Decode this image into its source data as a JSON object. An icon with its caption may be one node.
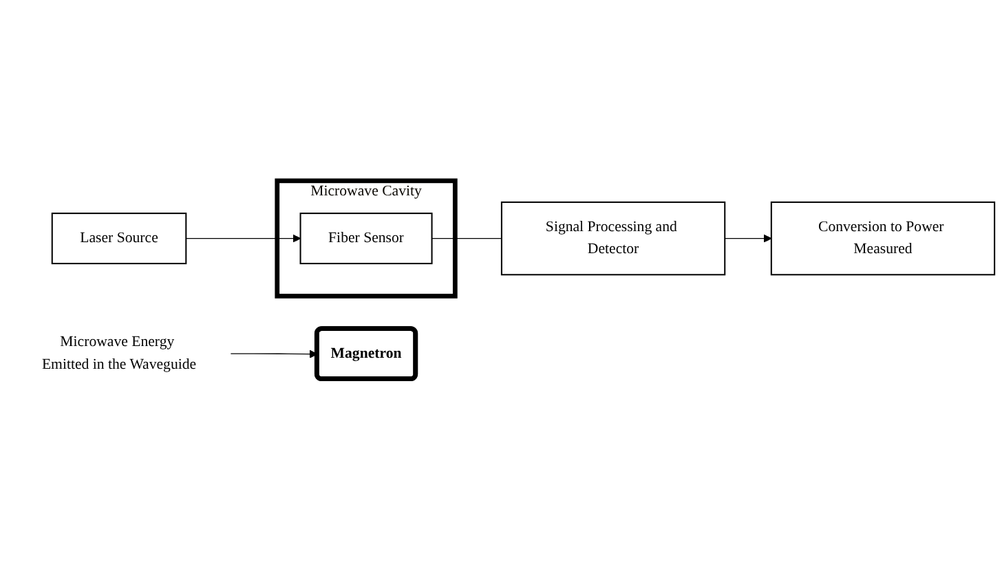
{
  "diagram": {
    "nodes": [
      {
        "text": [
          "Magnetron"
        ]
      },
      {
        "text": [
          "Microwave Energy Emitted in the Waveguide"
        ]
      },
      {
        "text": [
          "Microwave Cavity"
        ]
      },
      {
        "text": [
          "Fiber Sensor"
        ],
        "in": 2
      },
      {
        "text": [
          "Signal Processing and Detector"
        ]
      },
      {
        "text": [
          "Laser Source"
        ]
      },
      {
        "text": [
          "Conversion to Power Measured"
        ]
      }
    ],
    "edges": [
      {
        "from": 1,
        "to": 0,
        "arrow": "to"
      },
      {
        "from": 3,
        "to": 4,
        "arrow": "none"
      },
      {
        "from": 5,
        "to": 3,
        "arrow": "to"
      },
      {
        "from": 4,
        "to": 6,
        "arrow": "to"
      }
    ]
  }
}
